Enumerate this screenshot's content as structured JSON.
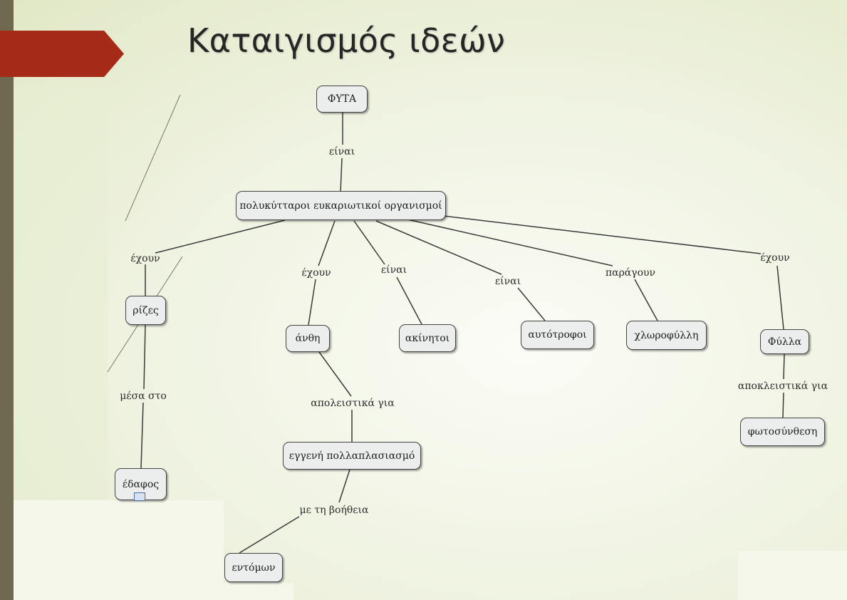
{
  "slide": {
    "title": "Καταιγισμός ιδεών"
  },
  "diagram": {
    "nodes": {
      "fyta": "ΦΥΤΑ",
      "polykyttaroi": "πολυκύτταροι ευκαριωτικοί οργανισμοί",
      "rizes": "ρίζες",
      "edafos": "έδαφος",
      "anthi": "άνθη",
      "akinitoi": "ακίνητοι",
      "aftotrofoi": "αυτότροφοι",
      "chlorofylli": "χλωροφύλλη",
      "fylla": "Φύλλα",
      "fotosynthesi": "φωτοσύνθεση",
      "eggeni": "εγγενή πολλαπλασιασμό",
      "entomon": "εντόμων"
    },
    "links": {
      "einai_main": "είναι",
      "echoun_rizes": "έχουν",
      "echoun_anthi": "έχουν",
      "einai_akinitoi": "είναι",
      "einai_aftotrofoi": "είναι",
      "paragoun": "παράγουν",
      "echoun_fylla": "έχουν",
      "mesa_sto": "μέσα στο",
      "apoleistika_gia": "απολειστικά για",
      "apokleistika_gia": "αποκλειστικά για",
      "me_ti_voitheia": "με τη βοήθεια"
    }
  }
}
